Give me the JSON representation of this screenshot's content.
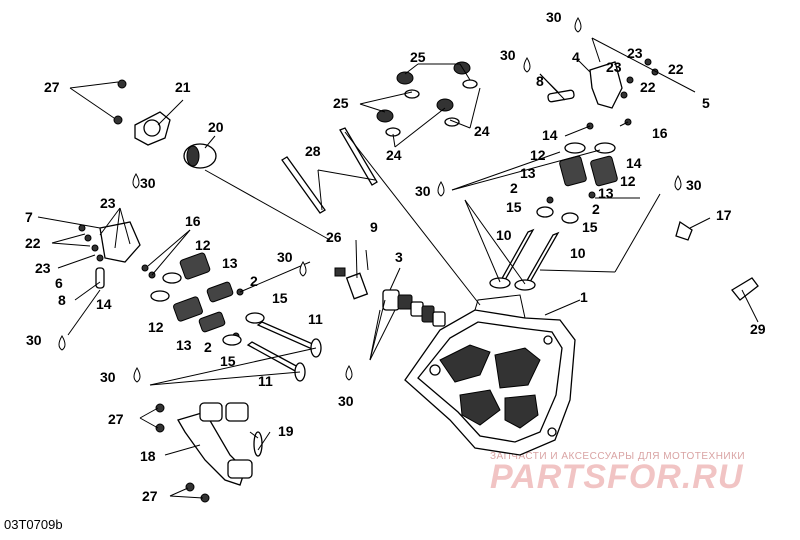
{
  "diagram": {
    "code": "03T0709b",
    "watermark": {
      "line": "ЗАПЧАСТИ И АКСЕССУАРЫ ДЛЯ МОТОТЕХНИКИ",
      "logo": "PARTSFOR.RU"
    },
    "callouts": [
      {
        "id": "c30a",
        "num": "30"
      },
      {
        "id": "c30b",
        "num": "30"
      },
      {
        "id": "c30c",
        "num": "30"
      },
      {
        "id": "c30d",
        "num": "30"
      },
      {
        "id": "c30e",
        "num": "30"
      },
      {
        "id": "c30f",
        "num": "30"
      },
      {
        "id": "c30g",
        "num": "30"
      },
      {
        "id": "c30h",
        "num": "30"
      },
      {
        "id": "c30i",
        "num": "30"
      },
      {
        "id": "c30j",
        "num": "30"
      },
      {
        "id": "c27a",
        "num": "27"
      },
      {
        "id": "c21",
        "num": "21"
      },
      {
        "id": "c20",
        "num": "20"
      },
      {
        "id": "c28",
        "num": "28"
      },
      {
        "id": "c25a",
        "num": "25"
      },
      {
        "id": "c25b",
        "num": "25"
      },
      {
        "id": "c24a",
        "num": "24"
      },
      {
        "id": "c24b",
        "num": "24"
      },
      {
        "id": "c4",
        "num": "4"
      },
      {
        "id": "c8a",
        "num": "8"
      },
      {
        "id": "c23a",
        "num": "23"
      },
      {
        "id": "c23b",
        "num": "23"
      },
      {
        "id": "c22a",
        "num": "22"
      },
      {
        "id": "c22b",
        "num": "22"
      },
      {
        "id": "c5",
        "num": "5"
      },
      {
        "id": "c16a",
        "num": "16"
      },
      {
        "id": "c14a",
        "num": "14"
      },
      {
        "id": "c14b",
        "num": "14"
      },
      {
        "id": "c12a",
        "num": "12"
      },
      {
        "id": "c12b",
        "num": "12"
      },
      {
        "id": "c13a",
        "num": "13"
      },
      {
        "id": "c13b",
        "num": "13"
      },
      {
        "id": "c2a",
        "num": "2"
      },
      {
        "id": "c2b",
        "num": "2"
      },
      {
        "id": "c15a",
        "num": "15"
      },
      {
        "id": "c15b",
        "num": "15"
      },
      {
        "id": "c10a",
        "num": "10"
      },
      {
        "id": "c10b",
        "num": "10"
      },
      {
        "id": "c17",
        "num": "17"
      },
      {
        "id": "c7",
        "num": "7"
      },
      {
        "id": "c23c",
        "num": "23"
      },
      {
        "id": "c22c",
        "num": "22"
      },
      {
        "id": "c23d",
        "num": "23"
      },
      {
        "id": "c6",
        "num": "6"
      },
      {
        "id": "c8b",
        "num": "8"
      },
      {
        "id": "c16b",
        "num": "16"
      },
      {
        "id": "c12c",
        "num": "12"
      },
      {
        "id": "c13c",
        "num": "13"
      },
      {
        "id": "c14c",
        "num": "14"
      },
      {
        "id": "c2c",
        "num": "2"
      },
      {
        "id": "c15c",
        "num": "15"
      },
      {
        "id": "c12d",
        "num": "12"
      },
      {
        "id": "c13d",
        "num": "13"
      },
      {
        "id": "c2d",
        "num": "2"
      },
      {
        "id": "c15d",
        "num": "15"
      },
      {
        "id": "c11a",
        "num": "11"
      },
      {
        "id": "c11b",
        "num": "11"
      },
      {
        "id": "c26",
        "num": "26"
      },
      {
        "id": "c9",
        "num": "9"
      },
      {
        "id": "c3",
        "num": "3"
      },
      {
        "id": "c1",
        "num": "1"
      },
      {
        "id": "c29",
        "num": "29"
      },
      {
        "id": "c27b",
        "num": "27"
      },
      {
        "id": "c18",
        "num": "18"
      },
      {
        "id": "c19",
        "num": "19"
      },
      {
        "id": "c27c",
        "num": "27"
      }
    ]
  }
}
